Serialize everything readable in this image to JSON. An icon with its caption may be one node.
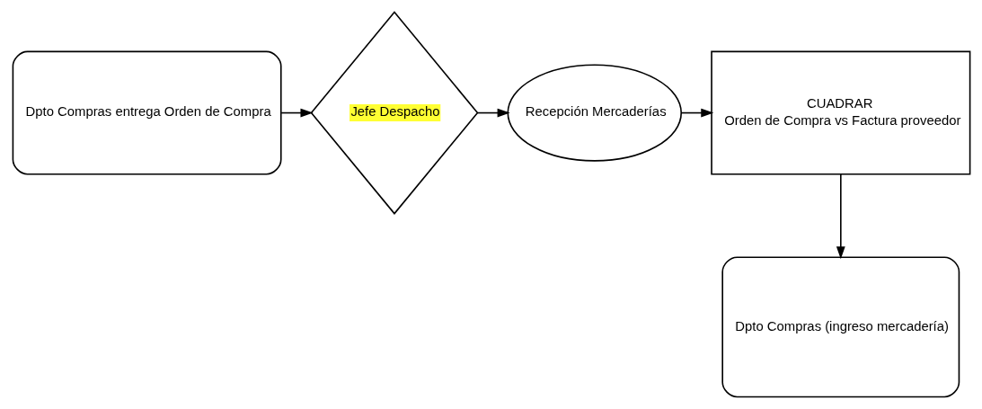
{
  "diagram": {
    "nodes": [
      {
        "text": [
          "Dpto Compras entrega Orden de Compra"
        ]
      },
      {
        "text": [
          "Jefe Despacho"
        ]
      },
      {
        "text": [
          "Recepción Mercaderías"
        ]
      },
      {
        "text": [
          "CUADRAR",
          "Orden de Compra vs Factura proveedor"
        ]
      },
      {
        "text": [
          "Dpto Compras (ingreso mercadería)"
        ]
      }
    ],
    "edges": [
      {
        "from": 0,
        "to": 1,
        "arrow": "to"
      },
      {
        "from": 1,
        "to": 2,
        "arrow": "to"
      },
      {
        "from": 2,
        "to": 3,
        "arrow": "to"
      },
      {
        "from": 3,
        "to": 4,
        "arrow": "to"
      }
    ]
  }
}
